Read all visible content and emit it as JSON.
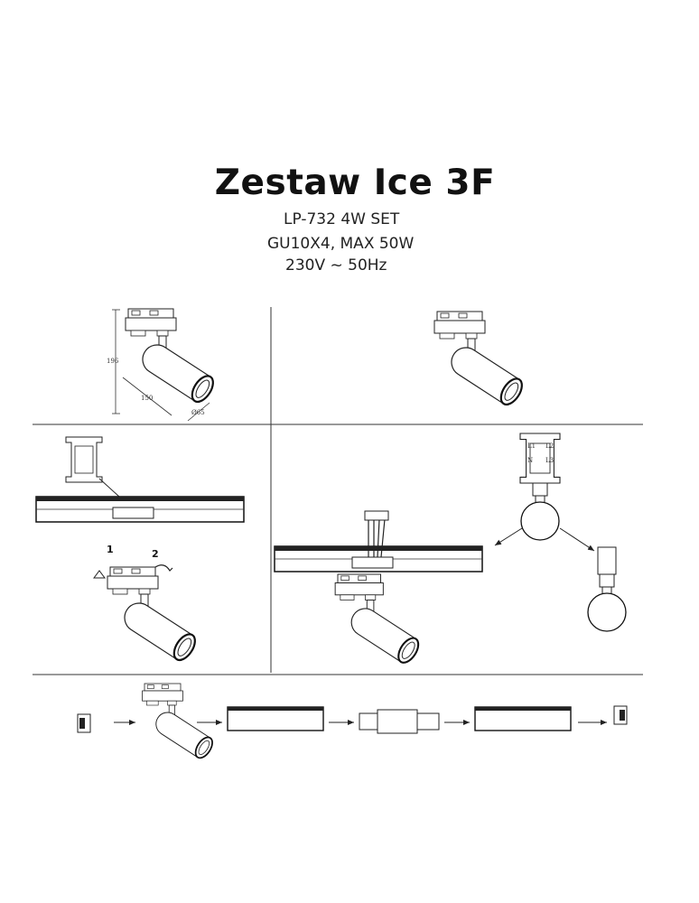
{
  "header": {
    "title": "Zestaw Ice 3F",
    "model": "LP-732 4W SET",
    "bulb": "GU10X4, MAX 50W",
    "power": "230V ~ 50Hz"
  },
  "dimensions": {
    "height": "196",
    "length": "150",
    "diameter": "Ø65"
  },
  "connector_labels": {
    "l1": "L1",
    "l2": "L2",
    "n": "N",
    "l3": "L3"
  },
  "steps": {
    "step1": "1",
    "step2": "2"
  }
}
